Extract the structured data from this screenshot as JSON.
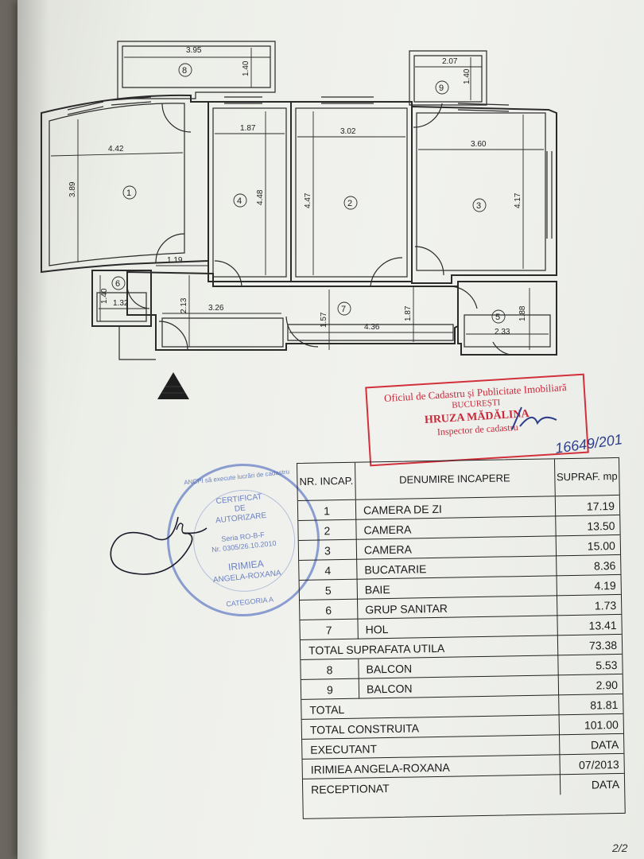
{
  "plan": {
    "rooms": [
      {
        "id": "1",
        "label": "1"
      },
      {
        "id": "2",
        "label": "2"
      },
      {
        "id": "3",
        "label": "3"
      },
      {
        "id": "4",
        "label": "4"
      },
      {
        "id": "5",
        "label": "5"
      },
      {
        "id": "6",
        "label": "6"
      },
      {
        "id": "7",
        "label": "7"
      },
      {
        "id": "8",
        "label": "8"
      },
      {
        "id": "9",
        "label": "9"
      }
    ],
    "dimensions": {
      "balcony8_width": "3.95",
      "balcony8_depth": "1.40",
      "balcony9_width": "2.07",
      "balcony9_depth": "1.40",
      "room1_width": "4.42",
      "room1_height": "3.89",
      "room4_width": "1.87",
      "room4_height": "4.48",
      "room2_width": "3.02",
      "room2_height": "4.47",
      "room3_width": "3.60",
      "room3_height": "4.17",
      "hall_1_19": "1.19",
      "room6_height": "1.40",
      "room6_width": "1.32",
      "hall_2_13": "2.13",
      "hall_3_26": "3.26",
      "hall_1_57": "1.57",
      "hall_4_36": "4.36",
      "hall_1_87": "1.87",
      "room5_width": "2.33",
      "room5_height": "1.88"
    },
    "north_icon": "north-triangle-icon"
  },
  "ocpi_stamp": {
    "line1": "Oficiul de Cadastru și Publicitate Imobiliară",
    "line2": "BUCUREȘTI",
    "line3": "HRUZA MĂDĂLINA",
    "line4": "Inspector de cadastru"
  },
  "handwritten_number": "16649/201",
  "authorization_stamp": {
    "top_text": "ANCPI să execute lucrări de cadastru",
    "line1": "CERTIFICAT",
    "line2": "DE",
    "line3": "AUTORIZARE",
    "line4": "Seria RO-B-F",
    "line5": "Nr. 0305/26.10.2010",
    "line6": "IRIMIEA",
    "line7": "ANGELA-ROXANA",
    "line8": "CATEGORIA A"
  },
  "table": {
    "header": {
      "nr": "NR. INCAP.",
      "name": "DENUMIRE INCAPERE",
      "area": "SUPRAF. mp"
    },
    "rooms": [
      {
        "nr": "1",
        "name": "CAMERA DE ZI",
        "area": "17.19"
      },
      {
        "nr": "2",
        "name": "CAMERA",
        "area": "13.50"
      },
      {
        "nr": "3",
        "name": "CAMERA",
        "area": "15.00"
      },
      {
        "nr": "4",
        "name": "BUCATARIE",
        "area": "8.36"
      },
      {
        "nr": "5",
        "name": "BAIE",
        "area": "4.19"
      },
      {
        "nr": "6",
        "name": "GRUP SANITAR",
        "area": "1.73"
      },
      {
        "nr": "7",
        "name": "HOL",
        "area": "13.41"
      }
    ],
    "total_util_label": "TOTAL SUPRAFATA UTILA",
    "total_util_value": "73.38",
    "balconies": [
      {
        "nr": "8",
        "name": "BALCON",
        "area": "5.53"
      },
      {
        "nr": "9",
        "name": "BALCON",
        "area": "2.90"
      }
    ],
    "total_label": "TOTAL",
    "total_value": "81.81",
    "total_constructed_label": "TOTAL CONSTRUITA",
    "total_constructed_value": "101.00",
    "executant_label": "EXECUTANT",
    "data_label_1": "DATA",
    "executant_name": "IRIMIEA ANGELA-ROXANA",
    "executant_date": "07/2013",
    "receptionat_label": "RECEPTIONAT",
    "data_label_2": "DATA"
  },
  "page_number": "2/2"
}
